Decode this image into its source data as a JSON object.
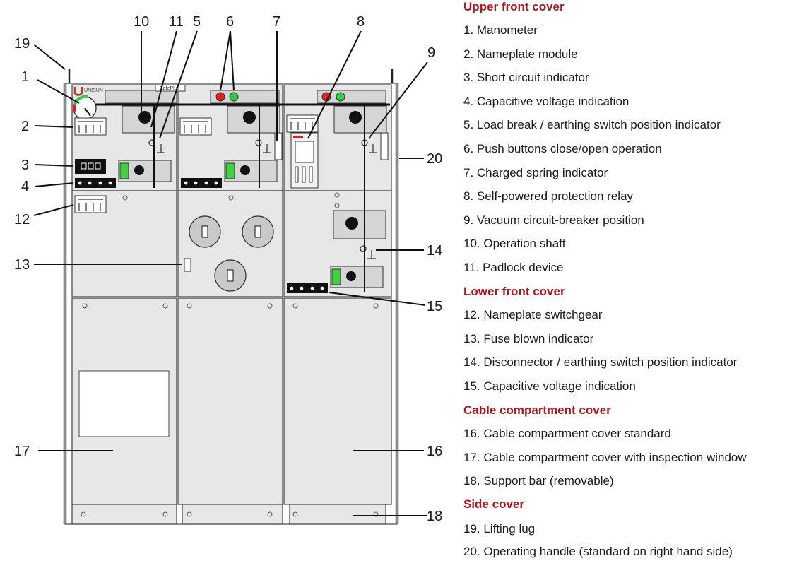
{
  "diagram": {
    "callouts": [
      "1",
      "2",
      "3",
      "4",
      "5",
      "6",
      "7",
      "8",
      "9",
      "10",
      "11",
      "12",
      "13",
      "14",
      "15",
      "16",
      "17",
      "18",
      "19",
      "20"
    ],
    "brand": "UNISUN",
    "model_label": "SafePlus",
    "colors": {
      "panel_fill": "#e7e7e7",
      "outline": "#444444",
      "green_lamp": "#2ecc40",
      "red_lamp": "#e02020",
      "heading": "#b01820"
    }
  },
  "legend": [
    {
      "type": "heading",
      "text": "Upper front cover"
    },
    {
      "type": "item",
      "text": "1. Manometer"
    },
    {
      "type": "item",
      "text": "2. Nameplate module"
    },
    {
      "type": "item",
      "text": "3. Short circuit indicator"
    },
    {
      "type": "item",
      "text": "4. Capacitive voltage indication"
    },
    {
      "type": "item",
      "text": "5. Load break / earthing switch position indicator"
    },
    {
      "type": "item",
      "text": "6. Push buttons close/open operation"
    },
    {
      "type": "item",
      "text": "7. Charged spring indicator"
    },
    {
      "type": "item",
      "text": "8. Self-powered protection relay"
    },
    {
      "type": "item",
      "text": "9. Vacuum circuit-breaker position"
    },
    {
      "type": "item",
      "text": "10. Operation shaft"
    },
    {
      "type": "item",
      "text": "11. Padlock device"
    },
    {
      "type": "heading",
      "text": "Lower front cover"
    },
    {
      "type": "item",
      "text": "12. Nameplate switchgear"
    },
    {
      "type": "item",
      "text": "13. Fuse blown indicator"
    },
    {
      "type": "item",
      "text": "14. Disconnector / earthing switch position indicator"
    },
    {
      "type": "item",
      "text": "15. Capacitive voltage indication"
    },
    {
      "type": "heading",
      "text": "Cable compartment cover"
    },
    {
      "type": "item",
      "text": "16. Cable compartment cover standard"
    },
    {
      "type": "item",
      "text": "17. Cable compartment cover with inspection window"
    },
    {
      "type": "item",
      "text": "18. Support bar (removable)"
    },
    {
      "type": "heading",
      "text": "Side cover"
    },
    {
      "type": "item",
      "text": "19. Lifting lug"
    },
    {
      "type": "item",
      "text": "20. Operating handle (standard on right hand side)"
    }
  ]
}
